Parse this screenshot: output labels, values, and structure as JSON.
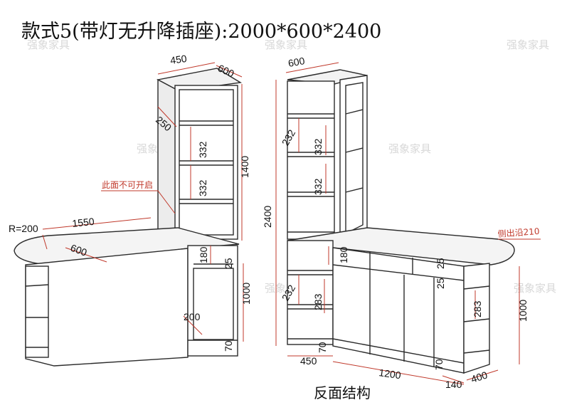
{
  "title": "款式5(带灯无升降插座):2000*600*2400",
  "caption": "反面结构",
  "watermark": "强象家具",
  "colors": {
    "line": "#2b2b2b",
    "dimension": "#c0392b",
    "panel": "#ffffff",
    "shade": "#e9e9e9"
  },
  "front_view": {
    "tower_width": "450",
    "tower_depth": "600",
    "top_depth": "250",
    "tower_height": "1400",
    "shelf_gap_1": "332",
    "shelf_gap_2": "332",
    "note": "此面不可开启",
    "radius": "R=200",
    "desk_length": "1550",
    "desk_depth": "600",
    "drawer_height": "180",
    "top_thickness": "25",
    "cabinet_height": "1000",
    "door_width": "200",
    "plinth": "70"
  },
  "back_view": {
    "tower_depth": "600",
    "total_height": "2400",
    "shelf_gap_1": "232",
    "shelf_gap_2": "332",
    "shelf_gap_3": "332",
    "drawer_height": "180",
    "top_thickness_1": "25",
    "top_thickness_2": "25",
    "lower_gap_1": "232",
    "lower_gap_2": "283",
    "side_overhang": "侧出沿210",
    "end_shelf_gap": "283",
    "end_height": "1000",
    "plinth_left": "70",
    "plinth_right": "70",
    "base_width": "450",
    "cabinet_width": "1200",
    "end_width": "140",
    "end_depth": "400"
  }
}
